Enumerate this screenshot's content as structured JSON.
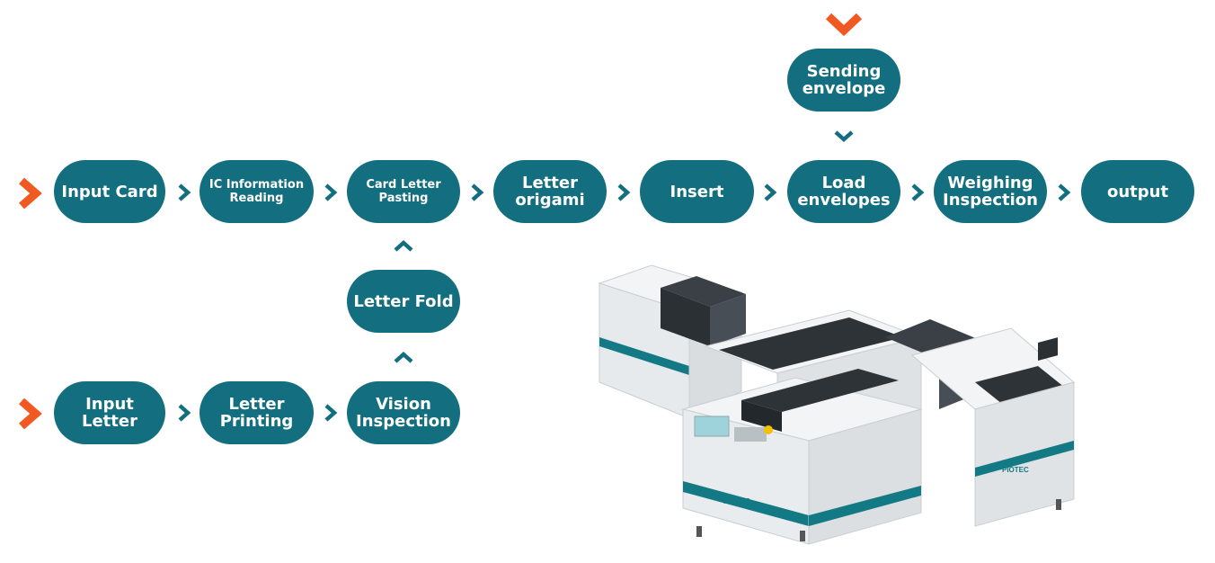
{
  "flow": {
    "input_card": "Input Card",
    "ic_reading": "IC Information\nReading",
    "card_letter_pasting": "Card Letter\nPasting",
    "letter_origami": "Letter\norigami",
    "insert": "Insert",
    "load_envelopes": "Load\nenvelopes",
    "weighing_inspection": "Weighing\nInspection",
    "output": "output",
    "sending_envelope": "Sending\nenvelope",
    "letter_fold": "Letter Fold",
    "input_letter": "Input Letter",
    "letter_printing": "Letter\nPrinting",
    "vision_inspection": "Vision\nInspection"
  },
  "machine": {
    "brand": "PIOTEC"
  },
  "colors": {
    "node_fill": "#136f80",
    "connector_arrow": "#136f80",
    "entry_arrow": "#f05a22",
    "machine_stripe": "#137a85"
  }
}
